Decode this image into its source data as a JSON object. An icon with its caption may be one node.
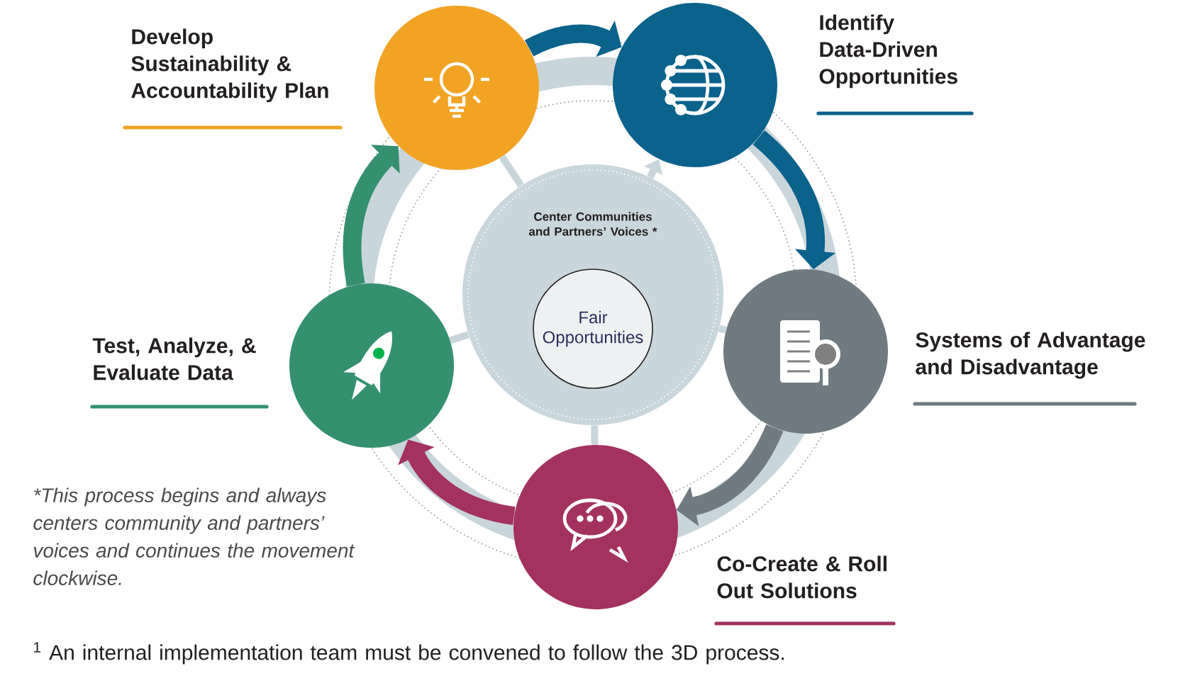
{
  "diagram": {
    "nodes": [
      {
        "text": [
          "Develop Sustainability & Accountability Plan"
        ]
      },
      {
        "text": [
          "Identify Data-Driven Opportunities"
        ]
      },
      {
        "text": [
          "Center Communities and Partners’ Voices *"
        ]
      },
      {
        "text": [
          "Fair Opportunities"
        ],
        "in": 2
      },
      {
        "text": [
          "Test, Analyze, & Evaluate Data"
        ]
      },
      {
        "text": [
          "Systems of Advantage and Disadvantage"
        ]
      },
      {
        "text": [
          "Co-Create & Roll Out Solutions"
        ]
      }
    ],
    "edges": [
      {
        "from": 0,
        "to": 1,
        "arrow": "to",
        "style": "thick",
        "color": "#0b628b"
      },
      {
        "from": 1,
        "to": 5,
        "arrow": "to",
        "style": "thick",
        "color": "#0b628b"
      },
      {
        "from": 5,
        "to": 6,
        "arrow": "to",
        "style": "thick",
        "color": "#6f7b80"
      },
      {
        "from": 6,
        "to": 4,
        "arrow": "to",
        "style": "thick",
        "color": "#a3325f"
      },
      {
        "from": 4,
        "to": 0,
        "arrow": "to",
        "style": "thick",
        "color": "#35906f"
      },
      {
        "from": 2,
        "to": 1,
        "arrow": "to"
      },
      {
        "from": 2,
        "to": 0,
        "arrow": "none"
      },
      {
        "from": 2,
        "to": 5,
        "arrow": "none"
      },
      {
        "from": 2,
        "to": 6,
        "arrow": "none"
      },
      {
        "from": 2,
        "to": 4,
        "arrow": "none"
      }
    ],
    "labels": [
      "*This process begins and always centers community and partners’ voices and continues the movement clockwise.",
      "$^{1}$ An internal implementation team must be convened to follow the 3D process."
    ]
  }
}
